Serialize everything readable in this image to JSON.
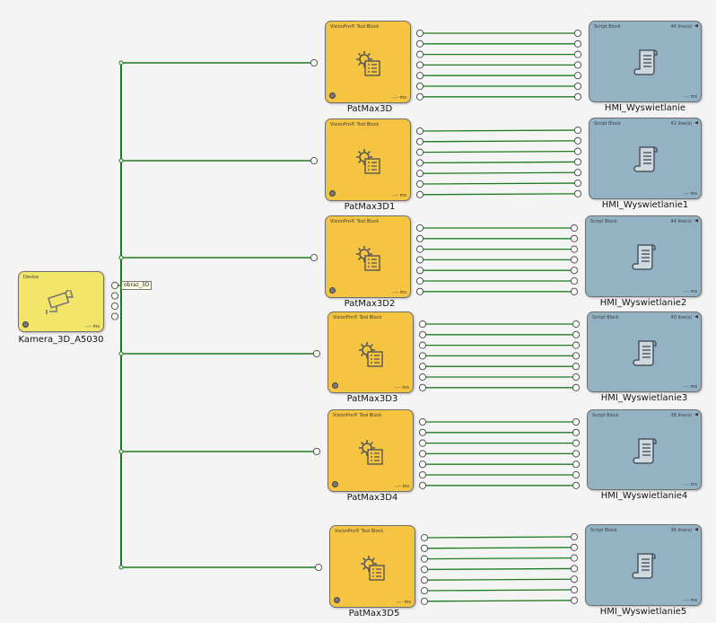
{
  "device": {
    "header": "Device",
    "name": "Kamera_3D_A5030",
    "time": "-.-- ms",
    "output_label": "obraz_3D",
    "icon": "camera-icon"
  },
  "tool_blocks": [
    {
      "header": "VisionPro® Tool Block",
      "name": "PatMax3D",
      "time": "-.-- ms",
      "icon": "gear-list-icon"
    },
    {
      "header": "VisionPro® Tool Block",
      "name": "PatMax3D1",
      "time": "-.-- ms",
      "icon": "gear-list-icon"
    },
    {
      "header": "VisionPro® Tool Block",
      "name": "PatMax3D2",
      "time": "-.-- ms",
      "icon": "gear-list-icon"
    },
    {
      "header": "VisionPro® Tool Block",
      "name": "PatMax3D3",
      "time": "-.-- ms",
      "icon": "gear-list-icon"
    },
    {
      "header": "VisionPro® Tool Block",
      "name": "PatMax3D4",
      "time": "-.-- ms",
      "icon": "gear-list-icon"
    },
    {
      "header": "VisionPro® Tool Block",
      "name": "PatMax3D5",
      "time": "-.-- ms",
      "icon": "gear-list-icon"
    }
  ],
  "script_blocks": [
    {
      "header": "Script Block",
      "lines": "46 line(s)",
      "name": "HMI_Wyswietlanie",
      "time": "-.-- ms",
      "icon": "scroll-icon"
    },
    {
      "header": "Script Block",
      "lines": "41 line(s)",
      "name": "HMI_Wyswietlanie1",
      "time": "-.-- ms",
      "icon": "scroll-icon"
    },
    {
      "header": "Script Block",
      "lines": "44 line(s)",
      "name": "HMI_Wyswietlanie2",
      "time": "-.-- ms",
      "icon": "scroll-icon"
    },
    {
      "header": "Script Block",
      "lines": "40 line(s)",
      "name": "HMI_Wyswietlanie3",
      "time": "-.-- ms",
      "icon": "scroll-icon"
    },
    {
      "header": "Script Block",
      "lines": "38 line(s)",
      "name": "HMI_Wyswietlanie4",
      "time": "-.-- ms",
      "icon": "scroll-icon"
    },
    {
      "header": "Script Block",
      "lines": "36 line(s)",
      "name": "HMI_Wyswietlanie5",
      "time": "-.-- ms",
      "icon": "scroll-icon"
    }
  ],
  "colors": {
    "wire": "#1e7a1e",
    "tool_block": "#f5c542",
    "script_block": "#93b2c4",
    "device_block": "#f3e46a"
  }
}
